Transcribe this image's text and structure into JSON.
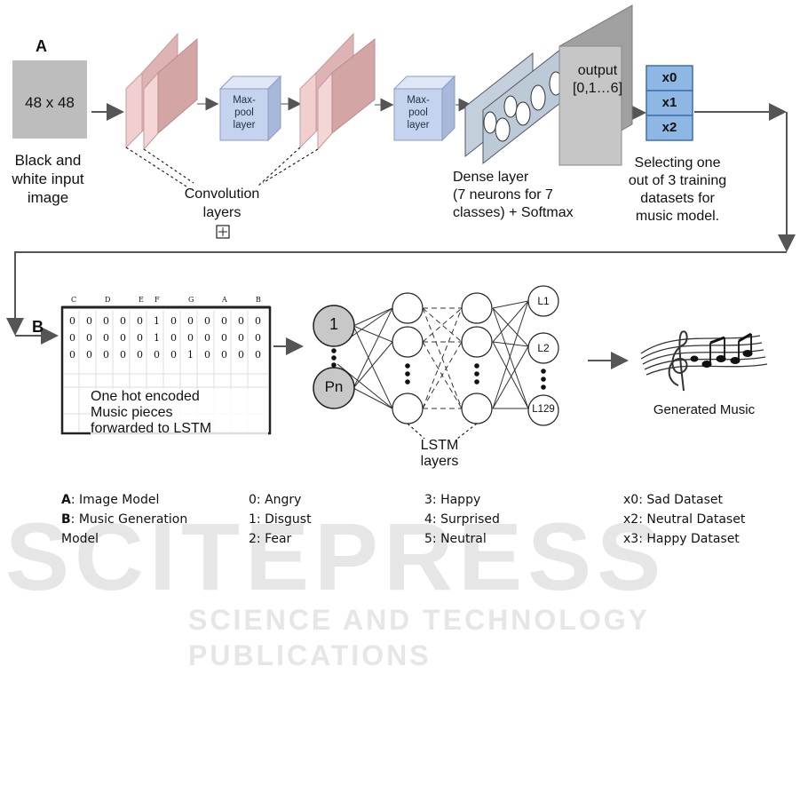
{
  "watermark": {
    "line1": "SCITEPRESS",
    "line2": "SCIENCE AND TECHNOLOGY PUBLICATIONS"
  },
  "section_a": {
    "letter": "A",
    "input_size": "48 x 48",
    "input_caption": [
      "Black and",
      "white input",
      "image"
    ],
    "maxpool_label": [
      "Max-",
      "pool",
      "layer"
    ],
    "conv_caption": [
      "Convolution",
      "layers"
    ],
    "dense_caption": [
      "Dense layer",
      "(7 neurons for 7",
      "classes) + Softmax"
    ],
    "output_label": [
      "output",
      "[0,1…6]"
    ],
    "datasets": [
      "x0",
      "x1",
      "x2"
    ],
    "select_caption": [
      "Selecting one",
      "out of 3 training",
      "datasets for",
      "music model."
    ]
  },
  "section_b": {
    "letter": "B",
    "notes_header": [
      "C",
      "D",
      "E",
      "F",
      "G",
      "A",
      "B"
    ],
    "matrix_rows": [
      [
        "0",
        "0",
        "0",
        "0",
        "0",
        "1",
        "0",
        "0",
        "0",
        "0",
        "0",
        "0"
      ],
      [
        "0",
        "0",
        "0",
        "0",
        "0",
        "1",
        "0",
        "0",
        "0",
        "0",
        "0",
        "0"
      ],
      [
        "0",
        "0",
        "0",
        "0",
        "0",
        "0",
        "0",
        "1",
        "0",
        "0",
        "0",
        "0"
      ]
    ],
    "matrix_caption": [
      "One hot encoded",
      "Music pieces",
      "forwarded to LSTM"
    ],
    "input_nodes": [
      "1",
      "Pn"
    ],
    "output_nodes": [
      "L1",
      "L2",
      "L129"
    ],
    "lstm_caption": [
      "LSTM",
      "layers"
    ],
    "generated_caption": "Generated Music"
  },
  "legend": {
    "col1": [
      {
        "key": "A",
        "text": ": Image Model"
      },
      {
        "key": "B",
        "text": ": Music Generation"
      },
      {
        "key": "",
        "text": "Model"
      }
    ],
    "col2": [
      "0: Angry",
      "1: Disgust",
      "2: Fear"
    ],
    "col3": [
      "3: Happy",
      "4: Surprised",
      "5: Neutral"
    ],
    "col4": [
      "x0: Sad Dataset",
      "x2: Neutral Dataset",
      "x3: Happy Dataset"
    ]
  },
  "colors": {
    "conv": "#d9a9a9",
    "conv_light": "#f2cfcf",
    "pool": "#b9c8e6",
    "dense": "#aab8c8",
    "dataset": "#8fb7e3",
    "node_input": "#c8c8c8"
  }
}
